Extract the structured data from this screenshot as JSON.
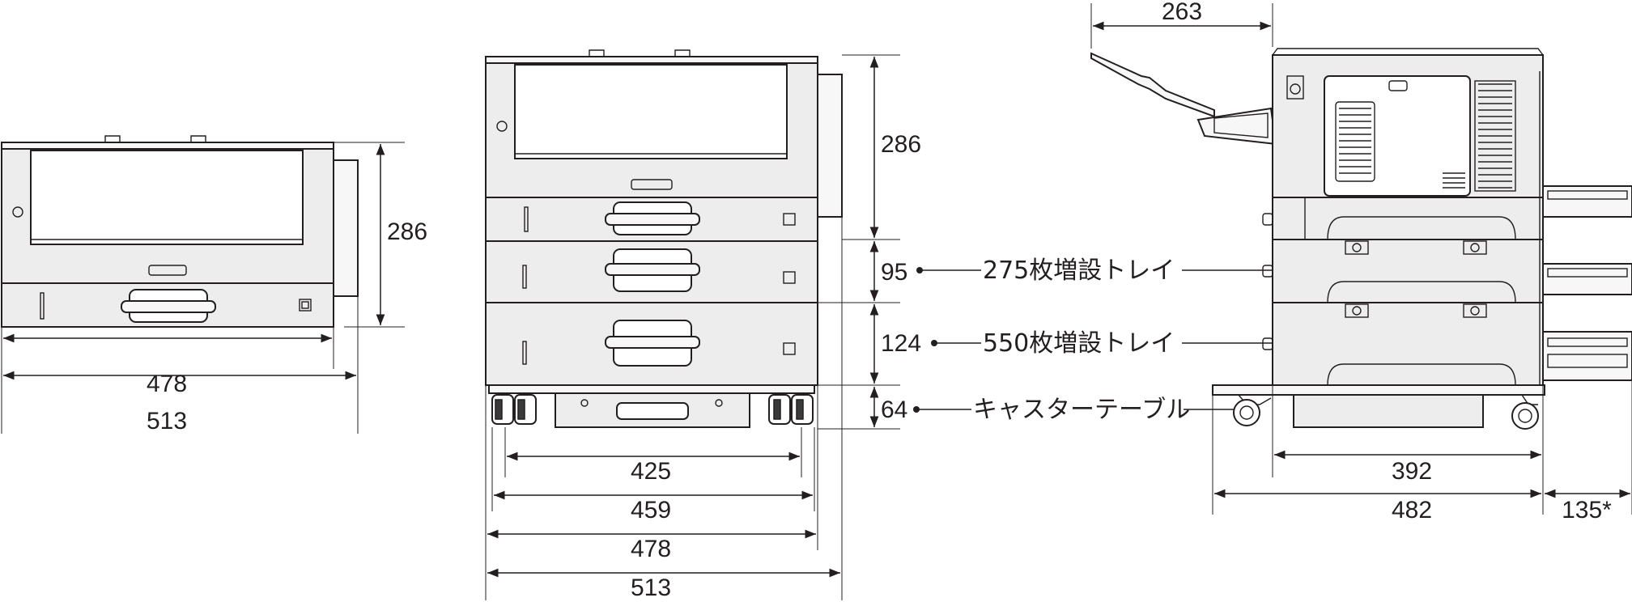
{
  "front_single": {
    "height": "286",
    "width_inner": "478",
    "width_outer": "513"
  },
  "front_full": {
    "height_top": "286",
    "height_tray275": "95",
    "height_tray550": "124",
    "height_caster": "64",
    "width_425": "425",
    "width_459": "459",
    "width_478": "478",
    "width_513": "513"
  },
  "side": {
    "tray_extension": "263",
    "depth_392": "392",
    "depth_482": "482",
    "rear_135": "135*"
  },
  "callouts": {
    "tray275": "275枚増設トレイ",
    "tray550": "550枚増設トレイ",
    "caster": "キャスターテーブル"
  }
}
